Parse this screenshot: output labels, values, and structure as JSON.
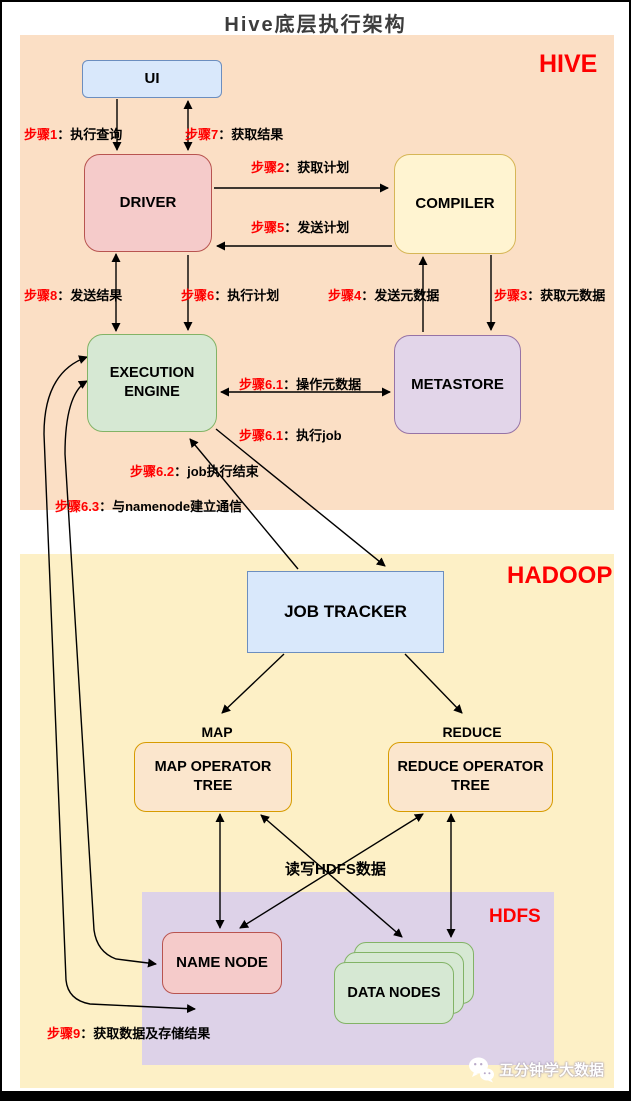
{
  "title": "Hive底层执行架构",
  "regions": {
    "hive": "HIVE",
    "hadoop": "HADOOP",
    "hdfs": "HDFS"
  },
  "nodes": {
    "ui": "UI",
    "driver": "DRIVER",
    "compiler": "COMPILER",
    "execution_engine": "EXECUTION ENGINE",
    "metastore": "METASTORE",
    "job_tracker": "JOB TRACKER",
    "map_label": "MAP",
    "reduce_label": "REDUCE",
    "map_operator_tree": "MAP OPERATOR TREE",
    "reduce_operator_tree": "REDUCE OPERATOR TREE",
    "name_node": "NAME NODE",
    "data_nodes": "DATA NODES"
  },
  "labels": {
    "hdfs_rw": "读写HDFS数据"
  },
  "steps": [
    {
      "prefix": "步骤1",
      "text": "：执行查询"
    },
    {
      "prefix": "步骤7",
      "text": "：获取结果"
    },
    {
      "prefix": "步骤2",
      "text": "：获取计划"
    },
    {
      "prefix": "步骤5",
      "text": "：发送计划"
    },
    {
      "prefix": "步骤8",
      "text": "：发送结果"
    },
    {
      "prefix": "步骤6",
      "text": "：执行计划"
    },
    {
      "prefix": "步骤4",
      "text": "：发送元数据"
    },
    {
      "prefix": "步骤3",
      "text": "：获取元数据"
    },
    {
      "prefix": "步骤6.1",
      "text": "：操作元数据"
    },
    {
      "prefix": "步骤6.1",
      "text": "：执行job"
    },
    {
      "prefix": "步骤6.2",
      "text": "：job执行结束"
    },
    {
      "prefix": "步骤6.3",
      "text": "：与namenode建立通信"
    },
    {
      "prefix": "步骤9",
      "text": "：获取数据及存储结果"
    }
  ],
  "watermark": {
    "text": "五分钟学大数据"
  },
  "colors": {
    "hive_bg": "#fbdfc5",
    "hadoop_bg": "#fdf0c6",
    "hdfs_bg": "#ddd2e8",
    "region_label": "#fe0000",
    "step_prefix": "#ff0000",
    "blue_fill": "#d9e8fb",
    "blue_border": "#6c8ebf",
    "pink_fill": "#f5cbca",
    "pink_border": "#b85450",
    "yellow_fill": "#fff4d1",
    "yellow_border": "#d6b656",
    "green_fill": "#d6e8d3",
    "green_border": "#82b366",
    "purple_fill": "#e2d5e9",
    "purple_border": "#9673a6",
    "orange_fill": "#fbe6cd",
    "orange_border": "#d79b00"
  }
}
